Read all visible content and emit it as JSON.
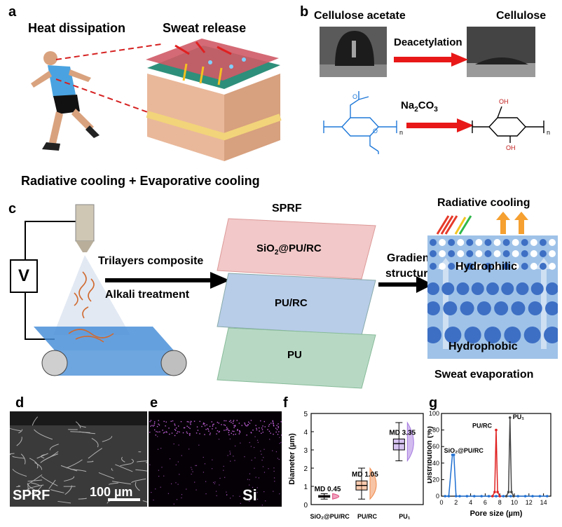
{
  "panels": {
    "a": {
      "label": "a",
      "heat": "Heat dissipation",
      "sweat": "Sweat release",
      "caption": "Radiative cooling + Evaporative cooling"
    },
    "b": {
      "label": "b",
      "left_title": "Cellulose acetate",
      "right_title": "Cellulose",
      "reaction": "Deacetylation",
      "reagent": "Na",
      "reagent_sub2": "2",
      "reagent_co": "CO",
      "reagent_sub3": "3",
      "n": "n",
      "oh": "OH"
    },
    "c": {
      "label": "c",
      "voltage": "V",
      "step1": "Trilayers composite",
      "step2": "Alkali treatment",
      "sprf": "SPRF",
      "layer_top": "SiO",
      "layer_top_sub": "2",
      "layer_top_rest": "@PU/RC",
      "layer_mid": "PU/RC",
      "layer_bot": "PU",
      "gradient1": "Gradient",
      "gradient2": "structure",
      "radiative": "Radiative cooling",
      "hydrophilic": "Hydrophilic",
      "hydrophobic": "Hydrophobic",
      "sweat_evap": "Sweat  evaporation"
    },
    "d": {
      "label": "d",
      "tag": "SPRF",
      "scale": "100 µm"
    },
    "e": {
      "label": "e",
      "tag": "Si"
    },
    "f": {
      "label": "f"
    },
    "g": {
      "label": "g"
    }
  },
  "chart_data": [
    {
      "type": "box",
      "panel": "f",
      "ylabel": "Diameter (µm)",
      "ylim": [
        0,
        5
      ],
      "yticks": [
        0,
        1,
        2,
        3,
        4,
        5
      ],
      "categories": [
        "SiO₂@PU/RC",
        "PU/RC",
        "PU₁"
      ],
      "medians": [
        0.45,
        1.05,
        3.35
      ],
      "median_labels": [
        "MD 0.45",
        "MD 1.05",
        "MD 3.35"
      ],
      "boxes": [
        {
          "min": 0.3,
          "q1": 0.4,
          "median": 0.45,
          "q3": 0.5,
          "max": 0.6,
          "color": "#e0457b"
        },
        {
          "min": 0.3,
          "q1": 0.8,
          "median": 1.05,
          "q3": 1.3,
          "max": 2.0,
          "color": "#f08a4b"
        },
        {
          "min": 2.4,
          "q1": 3.0,
          "median": 3.35,
          "q3": 3.6,
          "max": 4.5,
          "color": "#a57ae0"
        }
      ]
    },
    {
      "type": "line",
      "panel": "g",
      "xlabel": "Pore size (µm)",
      "ylabel": "Distribution (%)",
      "xlim": [
        0,
        15
      ],
      "ylim": [
        0,
        100
      ],
      "xticks": [
        0,
        2,
        4,
        6,
        8,
        10,
        12,
        14
      ],
      "yticks": [
        0,
        20,
        40,
        60,
        80,
        100
      ],
      "series": [
        {
          "name": "SiO₂@PU/RC",
          "color": "#1f6fd1",
          "x": [
            0.5,
            1.0,
            1.5,
            1.7,
            2.0,
            2.5,
            3.5,
            4.5,
            5.5,
            6.5,
            7.5,
            8.5,
            9.5,
            10.5,
            11.5,
            12.5,
            13.5,
            14.5
          ],
          "y": [
            0,
            0,
            50,
            50,
            0,
            0,
            0,
            0,
            0,
            0,
            0,
            0,
            0,
            0,
            0,
            0,
            0,
            0
          ]
        },
        {
          "name": "PU/RC",
          "color": "#e02020",
          "x": [
            7.0,
            7.3,
            7.5,
            7.7,
            8.0
          ],
          "y": [
            0,
            5,
            80,
            5,
            0
          ]
        },
        {
          "name": "PU₁",
          "color": "#444444",
          "x": [
            8.9,
            9.2,
            9.4,
            9.6,
            9.9
          ],
          "y": [
            0,
            5,
            95,
            5,
            0
          ]
        }
      ]
    }
  ]
}
